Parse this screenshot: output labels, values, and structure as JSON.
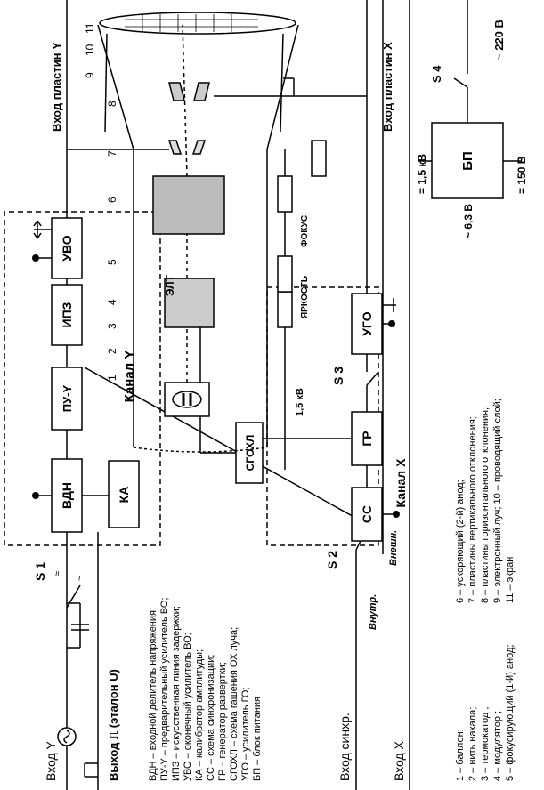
{
  "blocks": {
    "vdn": "ВДН",
    "pu_y": "ПУ-Y",
    "ipz": "ИПЗ",
    "uvo": "УВО",
    "ka": "КА",
    "cc": "СС",
    "gr": "ГР",
    "ugo": "УГО",
    "sgoxl": "СГОХЛ",
    "bp": "БП"
  },
  "labels": {
    "channel_y": "Канал Y",
    "channel_x": "Канал X",
    "elt": "ЭЛТ",
    "s1": "S 1",
    "s2": "S 2",
    "s3": "S 3",
    "s4": "S 4",
    "focus": "ФОКУС",
    "brightness": "ЯРКОСТЬ",
    "v15": "1,5 кВ",
    "input_y": "Вход  Y",
    "output_u": "Выход ⎍ (эталон U)",
    "input_sync": "Вход синхр.",
    "input_x": "Вход  X",
    "plates_y": "Вход  пластин  Y",
    "plates_x": "Вход  пластин  X",
    "internal": "Внутр.",
    "external": "Внешн.",
    "ac_220": "~ 220 В",
    "bp_15": "= 1,5 кВ",
    "bp_150": "= 150 В",
    "bp_63": "~ 6,3 В",
    "num_labels": [
      "1",
      "2",
      "3",
      "4",
      "5",
      "6",
      "7",
      "8",
      "9",
      "10",
      "11"
    ]
  },
  "legend_abbrev": [
    "ВДН – входной делитель напряжения;",
    "ПУ-Y – предварительный усилитель ВО;",
    "ИПЗ – искусственная линия задержки;",
    "УВО – оконечный усилитель ВО;",
    "КА – калибратор амплитуды;",
    "СС – схема синхронизации;",
    "ГР – генератор развертки;",
    "СГОХЛ – схема гашения ОХ луча;",
    "УГО – усилитель ГО;",
    "БП – блок питания"
  ],
  "legend_parts_left": [
    "1 – баллон;",
    "2 – нить накала;",
    "3 – термокатод ;",
    "4 – модулятор ;",
    "5 – фокусирующий (1-й) анод;"
  ],
  "legend_parts_right": [
    "6 – ускоряющий (2-й) анод;",
    "7 – пластины вертикального отклонения;",
    "8 – пластины горизонтального отклонения;",
    "9 – электронный луч;  10 – проводящий слой;",
    "11 – экран"
  ]
}
